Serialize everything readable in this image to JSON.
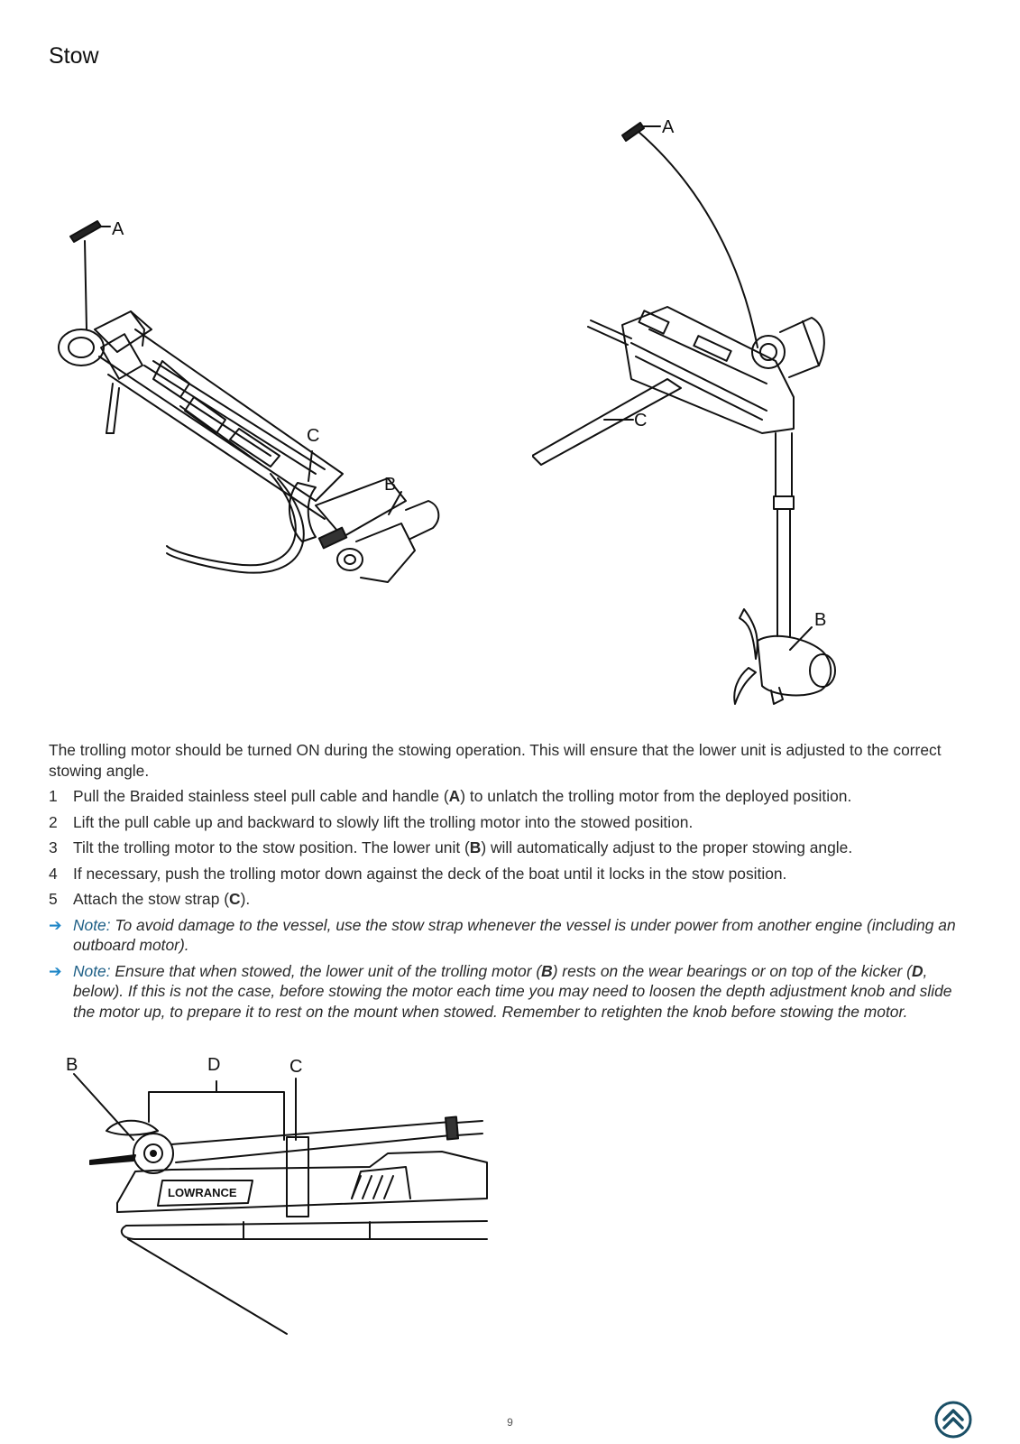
{
  "page": {
    "title": "Stow",
    "page_number": "9"
  },
  "figures": {
    "left": {
      "labels": {
        "a": "A",
        "b": "B",
        "c": "C"
      }
    },
    "right": {
      "labels": {
        "a": "A",
        "b": "B",
        "c": "C"
      }
    },
    "bottom": {
      "labels": {
        "b": "B",
        "c": "C",
        "d": "D"
      },
      "brand": "LOWRANCE"
    }
  },
  "content": {
    "intro": "The trolling motor should be turned ON during the stowing operation. This will ensure that the lower unit is adjusted to the correct stowing angle.",
    "steps": [
      {
        "num": "1",
        "before": "Pull the Braided stainless steel pull cable and handle (",
        "ref": "A",
        "after": ") to unlatch the trolling motor from the deployed position."
      },
      {
        "num": "2",
        "before": "Lift the pull cable up and backward to slowly lift the trolling motor into the stowed position.",
        "ref": "",
        "after": ""
      },
      {
        "num": "3",
        "before": "Tilt the trolling motor to the stow position. The lower unit (",
        "ref": "B",
        "after": ") will automatically adjust to the proper stowing angle."
      },
      {
        "num": "4",
        "before": "If necessary, push the trolling motor down against the deck of the boat until it locks in the stow position.",
        "ref": "",
        "after": ""
      },
      {
        "num": "5",
        "before": "Attach the stow strap (",
        "ref": "C",
        "after": ")."
      }
    ],
    "notes": [
      {
        "label": "Note:",
        "text": "To avoid damage to the vessel, use the stow strap whenever the vessel is under power from another engine (including an outboard motor)."
      },
      {
        "label": "Note:",
        "before": "Ensure that when stowed, the lower unit of the trolling motor (",
        "ref1": "B",
        "mid": ") rests on the wear bearings or on top of the kicker (",
        "ref2": "D",
        "after": ", below). If this is not the case, before stowing the motor each time you may need to loosen the depth adjustment knob and slide the motor up, to prepare it to rest on the mount when stowed. Remember to retighten the knob before stowing the motor."
      }
    ]
  },
  "icons": {
    "note_arrow": "arrow-right-icon",
    "top_button": "double-chevron-up-icon"
  },
  "colors": {
    "accent": "#1e86c7",
    "top_button": "#1a4f66"
  }
}
